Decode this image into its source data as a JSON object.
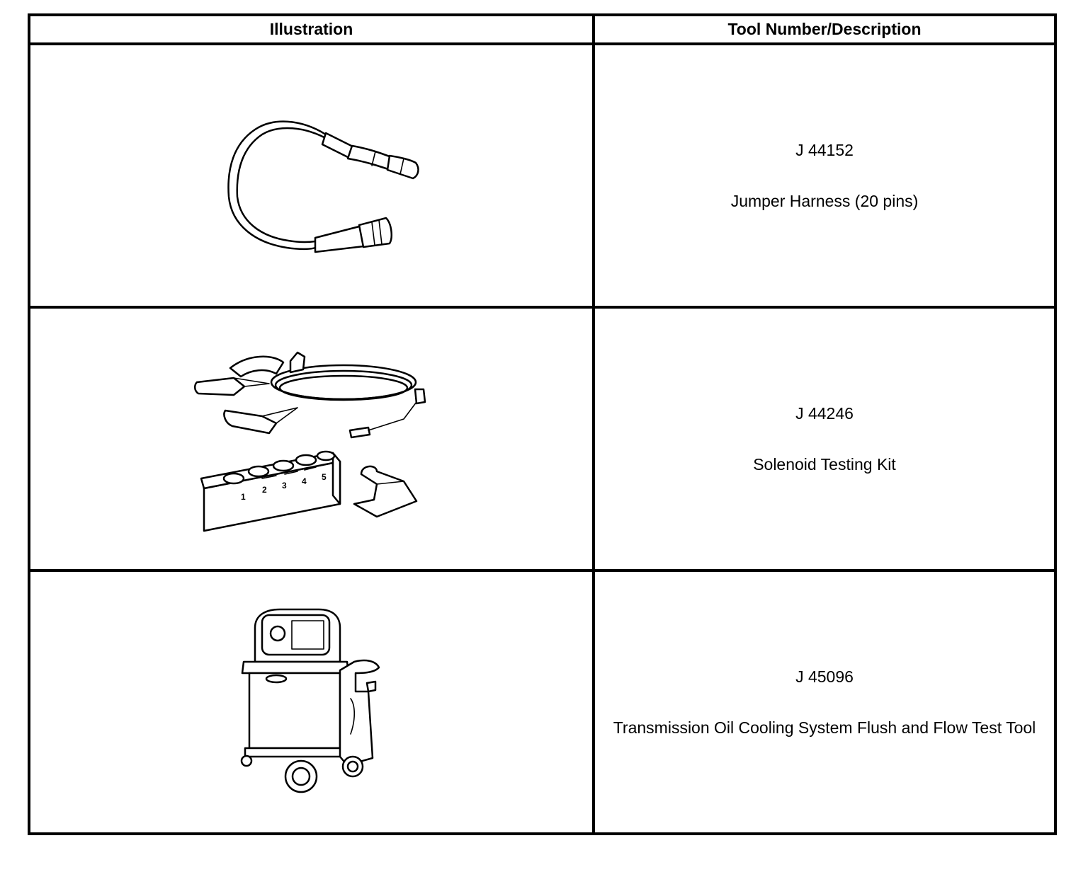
{
  "table": {
    "headers": {
      "illustration": "Illustration",
      "tool": "Tool Number/Description"
    },
    "rows": [
      {
        "tool_number": "J 44152",
        "description": "Jumper Harness (20 pins)",
        "illustration_icon": "jumper-harness-icon"
      },
      {
        "tool_number": "J 44246",
        "description": "Solenoid Testing Kit",
        "illustration_icon": "solenoid-testing-kit-icon",
        "block_labels": [
          "1",
          "2",
          "3",
          "4",
          "5"
        ]
      },
      {
        "tool_number": "J 45096",
        "description": "Transmission Oil Cooling System Flush and Flow Test Tool",
        "illustration_icon": "flush-flow-test-cart-icon"
      }
    ]
  }
}
